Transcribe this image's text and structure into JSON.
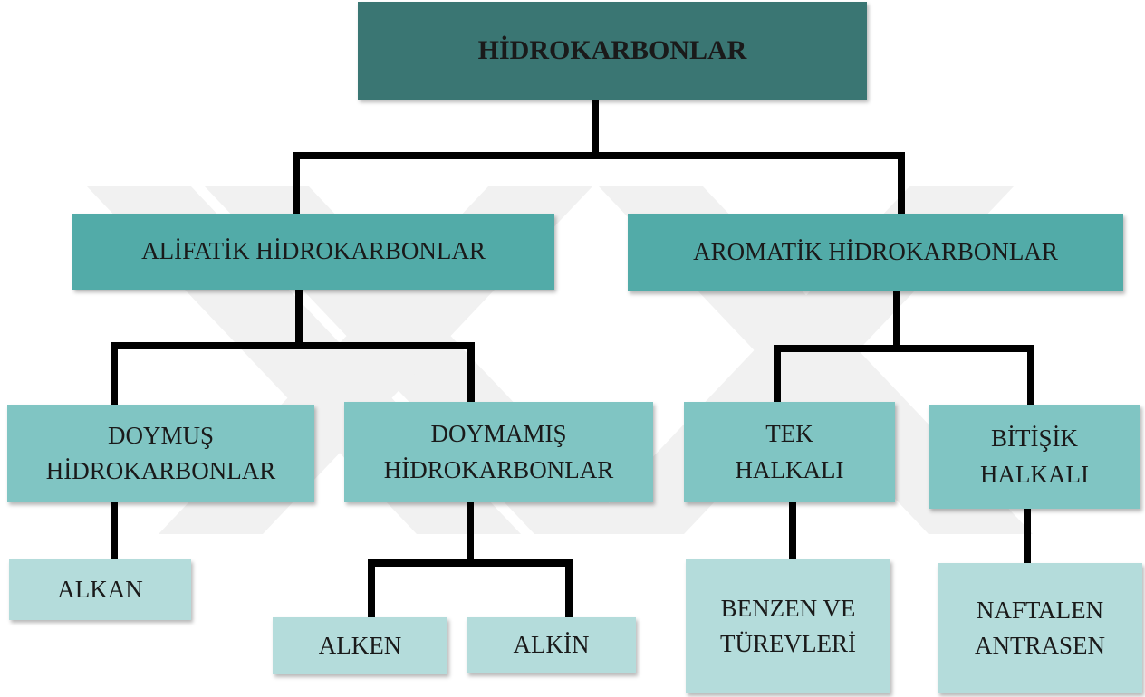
{
  "diagram": {
    "nodes": {
      "root": "HİDROKARBONLAR",
      "aliphatic": "ALİFATİK HİDROKARBONLAR",
      "aromatic": "AROMATİK HİDROKARBONLAR",
      "saturated": [
        "DOYMUŞ",
        "HİDROKARBONLAR"
      ],
      "unsaturated": [
        "DOYMAMIŞ",
        "HİDROKARBONLAR"
      ],
      "single_ring": [
        "TEK",
        "HALKALI"
      ],
      "fused_ring": [
        "BİTİŞİK",
        "HALKALI"
      ],
      "alkane": "ALKAN",
      "alkene": "ALKEN",
      "alkyne": "ALKİN",
      "benzene": [
        "BENZEN VE",
        "TÜREVLERİ"
      ],
      "naphthalene": [
        "NAFTALEN",
        "ANTRASEN"
      ]
    },
    "colors": {
      "level0": "#3a7673",
      "level1": "#52aba8",
      "level2": "#80c5c3",
      "level3": "#b4dcdb",
      "connector": "#000000"
    }
  }
}
